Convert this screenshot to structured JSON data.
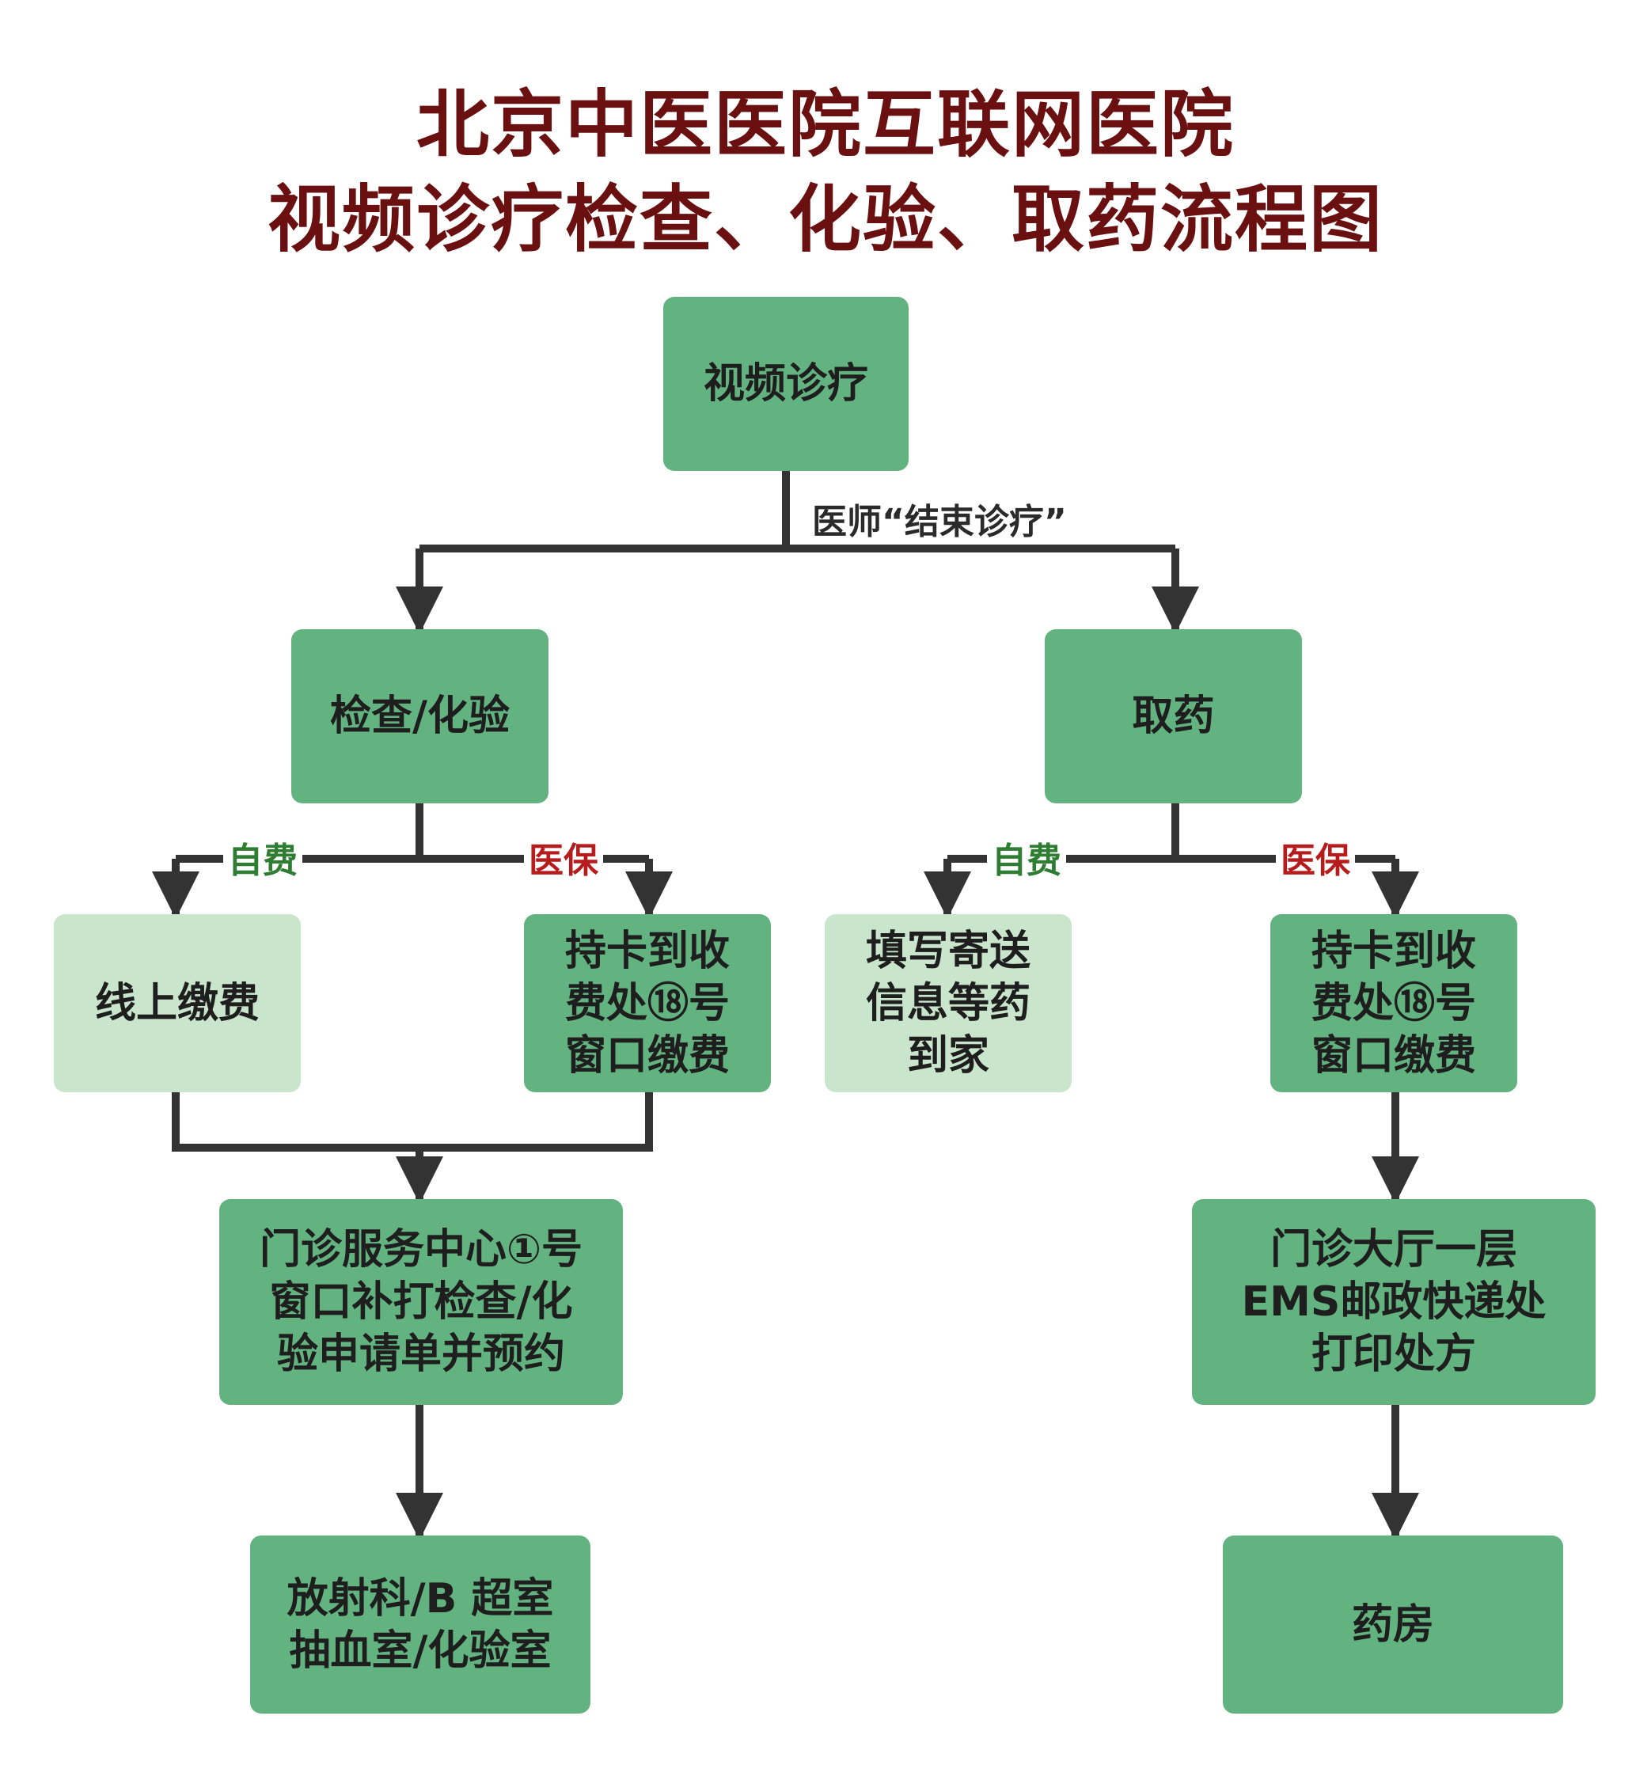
{
  "title": {
    "line1": "北京中医医院互联网医院",
    "line2": "视频诊疗检查、化验、取药流程图"
  },
  "nodes": {
    "video_diagnosis": "视频诊疗",
    "exam_lab": "检查/化验",
    "get_medicine": "取药",
    "online_payment": "线上缴费",
    "card_payment_left": "持卡到收\n费处⑱号\n窗口缴费",
    "mail_medicine": "填写寄送\n信息等药\n到家",
    "card_payment_right": "持卡到收\n费处⑱号\n窗口缴费",
    "service_center": "门诊服务中心①号\n窗口补打检查/化\n验申请单并预约",
    "ems_print": "门诊大厅一层\nEMS邮政快递处\n打印处方",
    "radiology": "放射科/B 超室\n抽血室/化验室",
    "pharmacy": "药房"
  },
  "edge_labels": {
    "end_consult": "医师“结束诊疗”",
    "self_pay_left": "自费",
    "insurance_left": "医保",
    "self_pay_right": "自费",
    "insurance_right": "医保"
  },
  "colors": {
    "title": "#6a1010",
    "node_dark": "#62b380",
    "node_light": "#c9e6cc",
    "connector": "#333333",
    "self_pay_label": "#2e7d32",
    "insurance_label": "#b71c1c"
  }
}
